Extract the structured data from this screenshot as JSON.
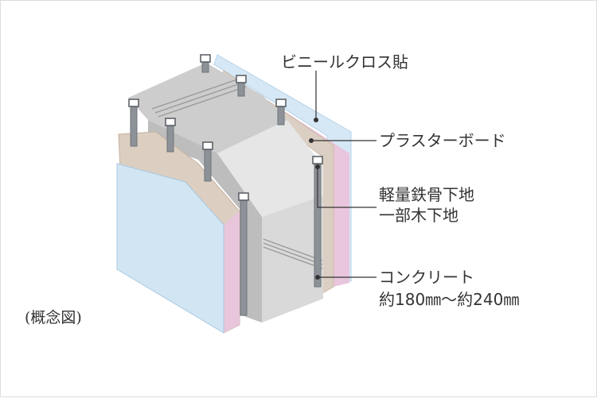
{
  "caption": "(概念図)",
  "labels": {
    "vinyl_cloth": "ビニールクロス貼",
    "plaster_board": "プラスターボード",
    "steel_frame_line1": "軽量鉄骨下地",
    "steel_frame_line2": "一部木下地",
    "concrete_line1": "コンクリート",
    "concrete_line2": "約180㎜～約240㎜"
  },
  "colors": {
    "concrete_top": "#c9c9c9",
    "concrete_side": "#b3b3b3",
    "concrete_light": "#e2e2e2",
    "plaster": "#d8ccbf",
    "plaster_edge": "#cdb9a8",
    "vinyl": "#e7c4dc",
    "glass": "#cfe3f2",
    "glass_edge": "#a9c8e0",
    "stud": "#8e9399",
    "leader": "#333333"
  }
}
